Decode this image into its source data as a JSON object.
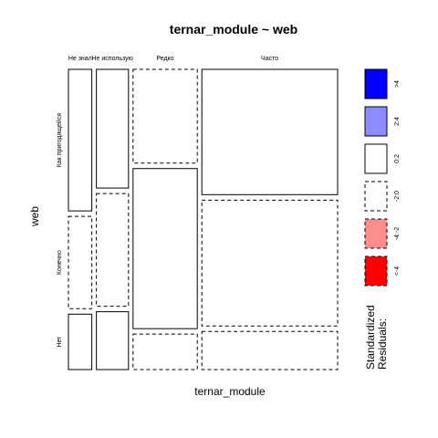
{
  "chart_data": {
    "type": "mosaic",
    "title": "ternar_module ~ web",
    "xlabel": "ternar_module",
    "ylabel": "web",
    "x_categories": [
      "Не знал",
      "Не использую",
      "Редко",
      "Часто"
    ],
    "y_categories": [
      "Как пригодящейся",
      "Конечно",
      "Нет"
    ],
    "x_proportions": [
      0.0915,
      0.1257,
      0.2514,
      0.5314
    ],
    "cells": [
      {
        "x": "Не знал",
        "y": "Как пригодящейся",
        "proportion": 0.4894,
        "residual_class": "0:2"
      },
      {
        "x": "Не знал",
        "y": "Конечно",
        "proportion": 0.3191,
        "residual_class": "-2:0"
      },
      {
        "x": "Не знал",
        "y": "Нет",
        "proportion": 0.1915,
        "residual_class": "0:2"
      },
      {
        "x": "Не использую",
        "y": "Как пригодящейся",
        "proportion": 0.4103,
        "residual_class": "0:2"
      },
      {
        "x": "Не использую",
        "y": "Конечно",
        "proportion": 0.3897,
        "residual_class": "-2:0"
      },
      {
        "x": "Не использую",
        "y": "Нет",
        "proportion": 0.2,
        "residual_class": "0:2"
      },
      {
        "x": "Редко",
        "y": "Как пригодящейся",
        "proportion": 0.3241,
        "residual_class": "-2:0"
      },
      {
        "x": "Редко",
        "y": "Конечно",
        "proportion": 0.5534,
        "residual_class": "0:2"
      },
      {
        "x": "Редко",
        "y": "Нет",
        "proportion": 0.1225,
        "residual_class": "-2:0"
      },
      {
        "x": "Часто",
        "y": "Как пригодящейся",
        "proportion": 0.4332,
        "residual_class": "0:2"
      },
      {
        "x": "Часто",
        "y": "Конечно",
        "proportion": 0.4353,
        "residual_class": "-2:0"
      },
      {
        "x": "Часто",
        "y": "Нет",
        "proportion": 0.1315,
        "residual_class": "-2:0"
      }
    ],
    "legend": {
      "title": "Standardized Residuals:",
      "placement": "right",
      "items": [
        {
          "label": ">4",
          "color": "#0000ff",
          "dashed": false
        },
        {
          "label": "2:4",
          "color": "#8c8cff",
          "dashed": false
        },
        {
          "label": "0:2",
          "color": "#ffffff",
          "dashed": false
        },
        {
          "label": "-2:0",
          "color": "#ffffff",
          "dashed": true
        },
        {
          "label": "-4:-2",
          "color": "#ff8c8c",
          "dashed": true
        },
        {
          "label": "<-4",
          "color": "#ff0000",
          "dashed": true
        }
      ]
    }
  }
}
